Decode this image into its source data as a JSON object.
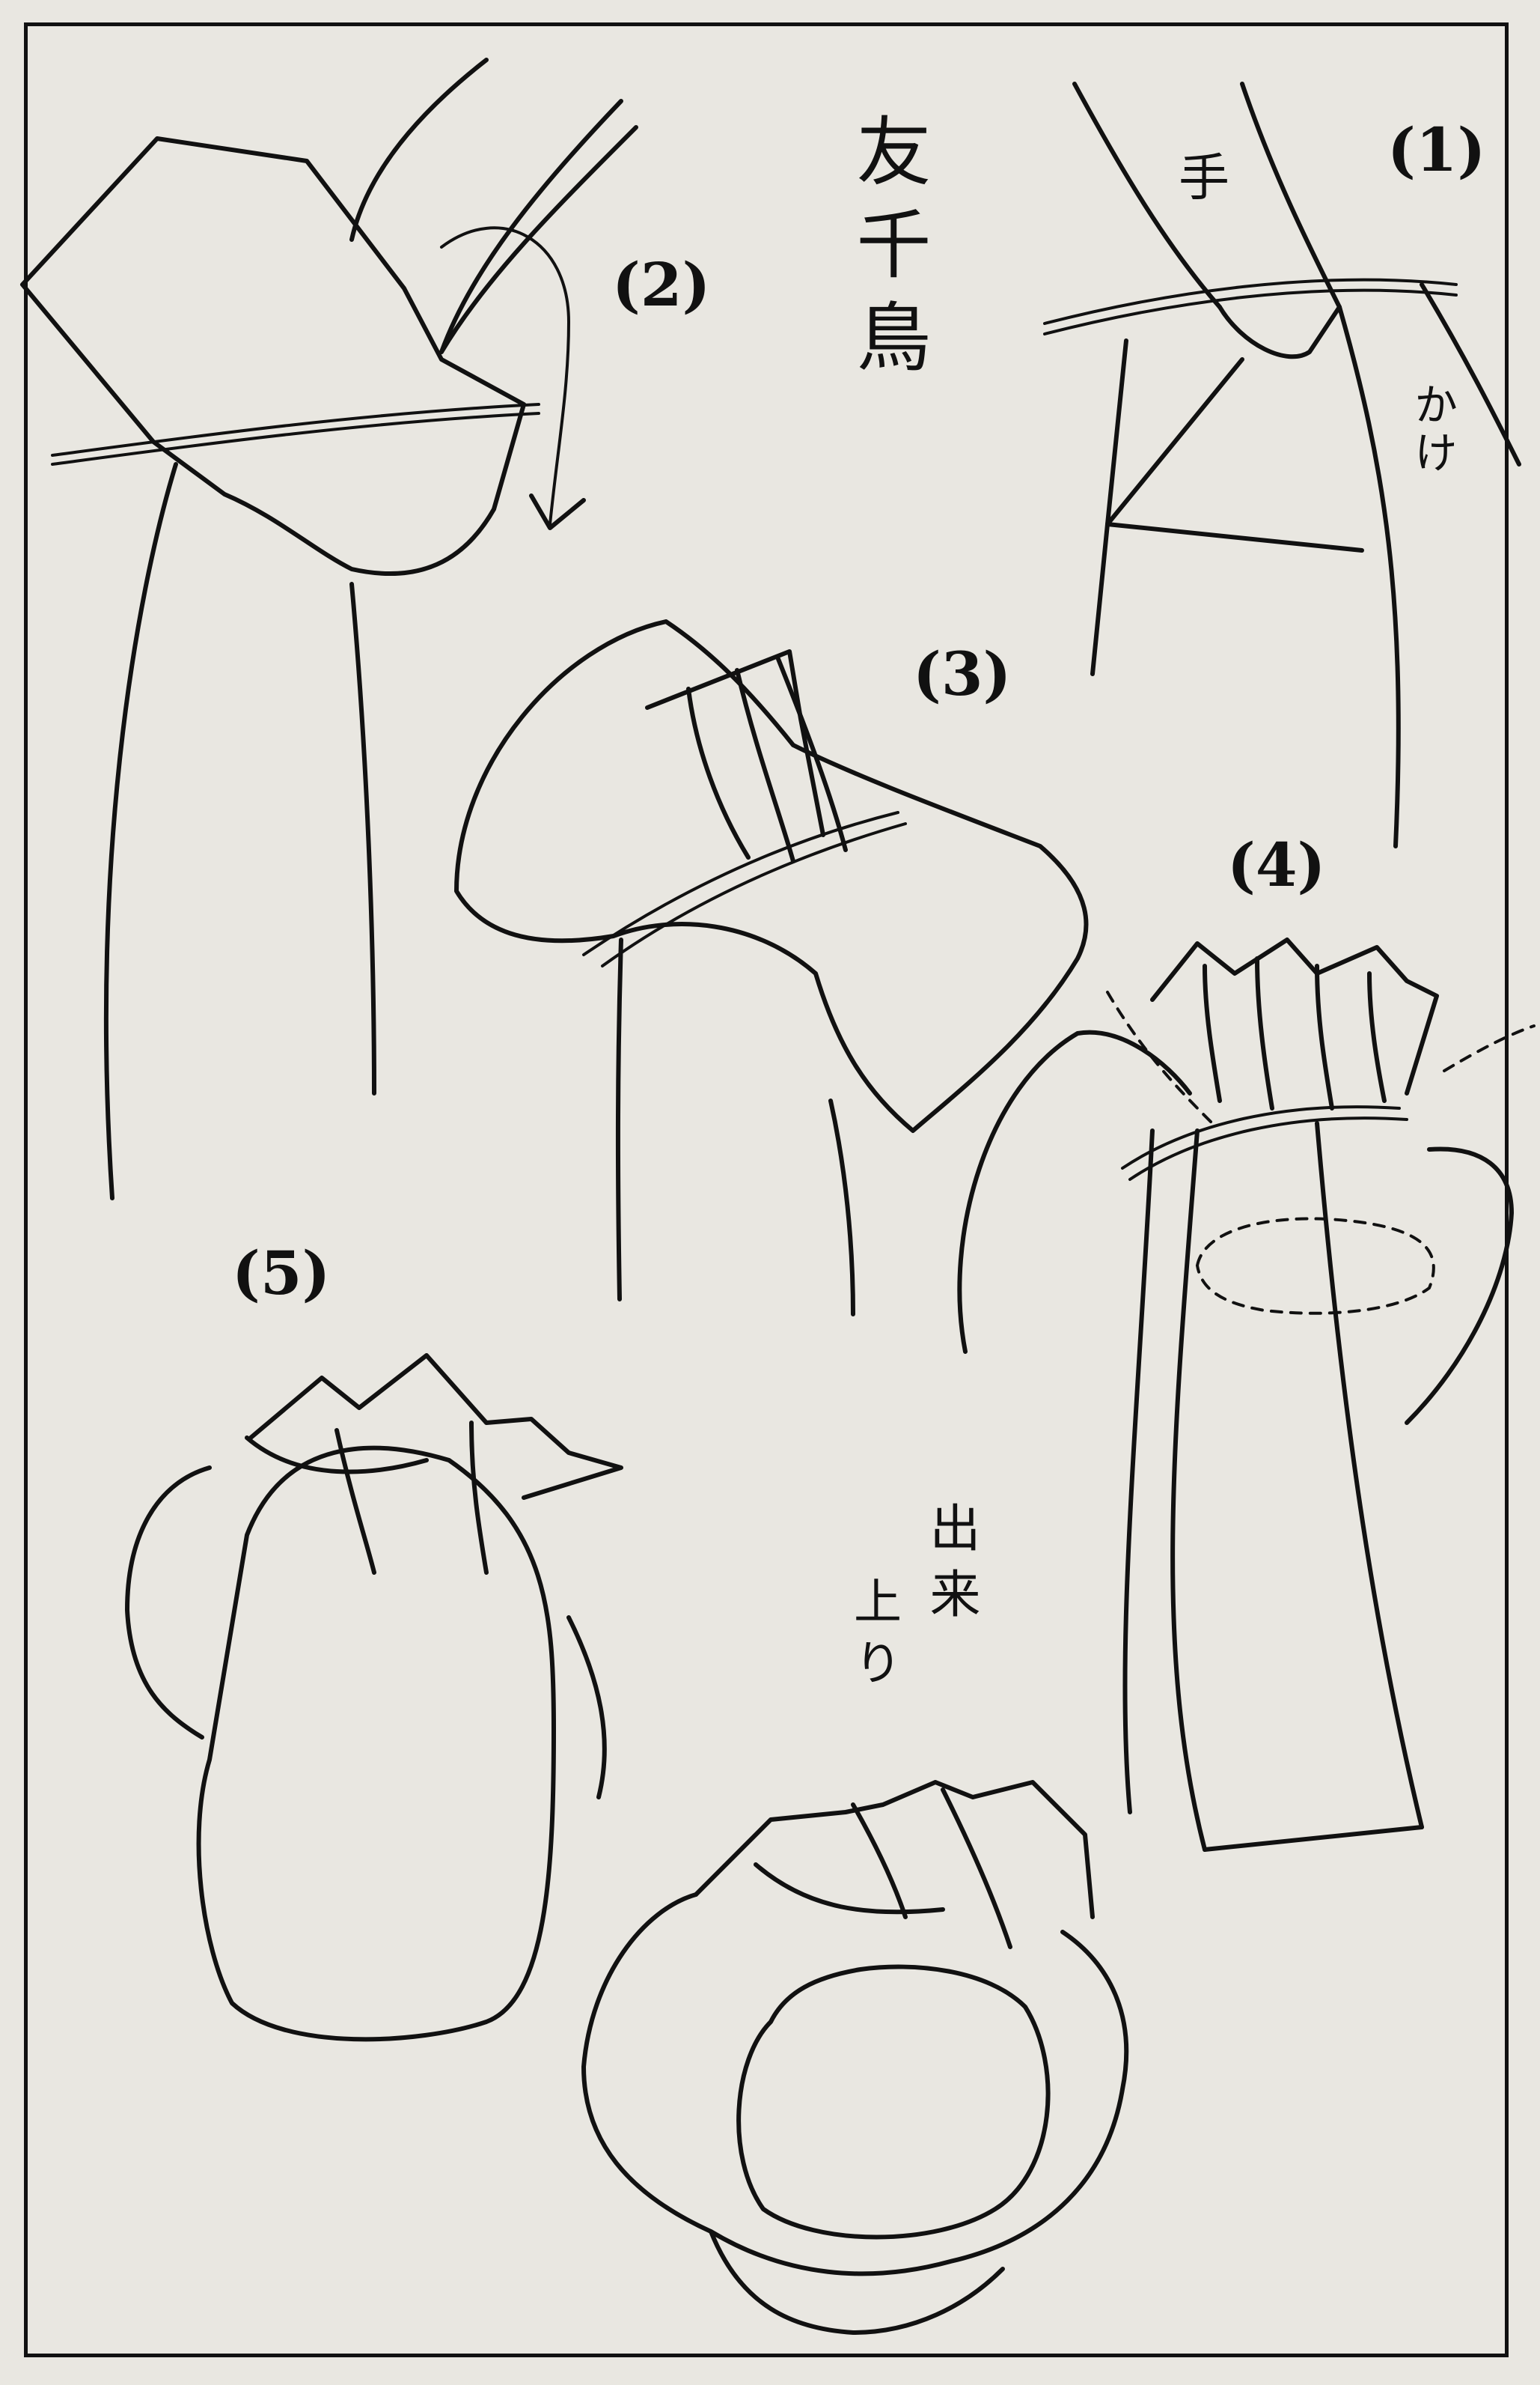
{
  "title": "友千鳥",
  "steps": [
    "(1)",
    "(2)",
    "(3)",
    "(4)",
    "(5)"
  ],
  "annotations": {
    "te": "手",
    "kake": "かけ",
    "finished_1": "出来",
    "finished_2": "上り"
  }
}
